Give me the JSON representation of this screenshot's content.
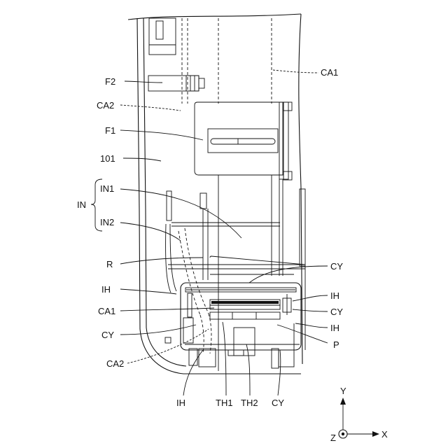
{
  "labels": {
    "ca1_top": "CA1",
    "f2": "F2",
    "ca2_top": "CA2",
    "f1": "F1",
    "n101": "101",
    "in_group": "IN",
    "in1": "IN1",
    "in2": "IN2",
    "r": "R",
    "ih_left": "IH",
    "ca1_left": "CA1",
    "cy_left": "CY",
    "ca2_bottom": "CA2",
    "cy_right_top": "CY",
    "ih_right_top": "IH",
    "cy_right_mid": "CY",
    "ih_right_mid": "IH",
    "p": "P",
    "ih_bottom": "IH",
    "th1": "TH1",
    "th2": "TH2",
    "cy_bottom": "CY"
  },
  "axes": {
    "y": "Y",
    "x": "X",
    "z": "Z"
  }
}
